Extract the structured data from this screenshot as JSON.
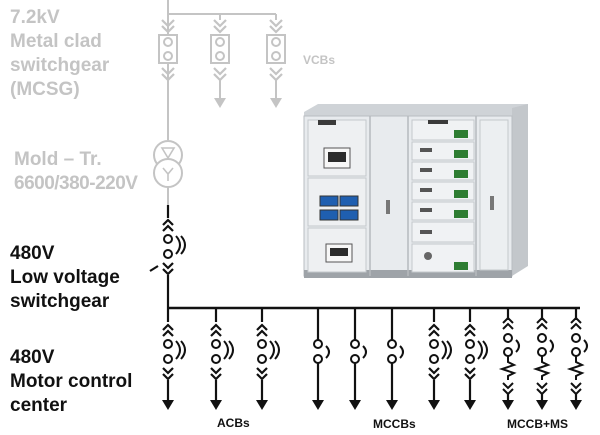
{
  "labels": {
    "mcsg_voltage": "7.2kV",
    "mcsg_line1": "Metal clad",
    "mcsg_line2": "switchgear",
    "mcsg_abbr": "(MCSG)",
    "transformer_line1": "Mold – Tr.",
    "transformer_line2": "6600/380-220V",
    "vcbs": "VCBs",
    "lv_voltage": "480V",
    "lv_line1": "Low voltage",
    "lv_line2": "switchgear",
    "mcc_voltage": "480V",
    "mcc_line1": "Motor control",
    "mcc_line2": "center",
    "acbs": "ACBs",
    "mccbs": "MCCBs",
    "mccb_ms": "MCCB+MS"
  },
  "colors": {
    "faded": "#c4c4c4",
    "line": "#111111",
    "cabinet": "#e6e9ec",
    "meter_screen": "#1f5fb0"
  },
  "icons": [
    "vcb-symbol",
    "transformer-symbol",
    "acb-symbol",
    "mccb-symbol",
    "mccb-ms-symbol",
    "switchgear-cabinet-photo"
  ]
}
